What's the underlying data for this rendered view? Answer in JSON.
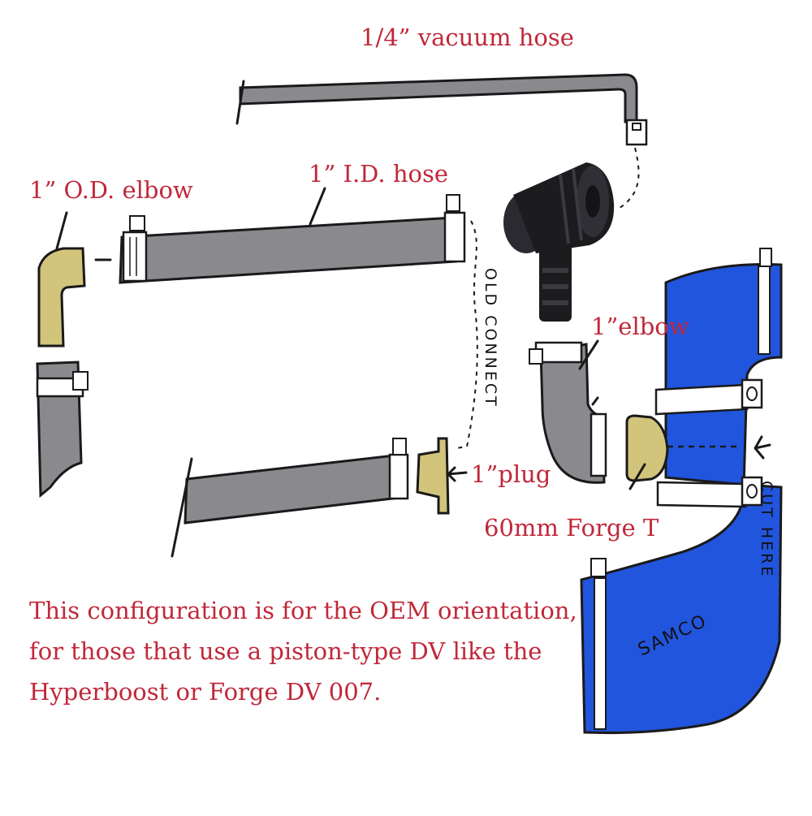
{
  "labels": {
    "vacuum_hose": "1/4” vacuum hose",
    "id_hose": "1” I.D. hose",
    "od_elbow": "1” O.D. elbow",
    "elbow": "1”elbow",
    "plug": "1”plug",
    "forge_t": "60mm Forge T",
    "old_connect": "OLD CONNECT",
    "cut_here": "CUT HERE",
    "samco": "SAMCO"
  },
  "caption": {
    "line1": "This configuration is for the OEM orientation,",
    "line2": "for those that use a piston-type DV like the",
    "line3": "Hyperboost or Forge DV 007."
  },
  "colors": {
    "hose_gray": "#8a8a8e",
    "samco_blue": "#2255dd",
    "fitting_tan": "#d2c47a",
    "label_red": "#c0283a",
    "valve_black": "#1c1c1f"
  }
}
